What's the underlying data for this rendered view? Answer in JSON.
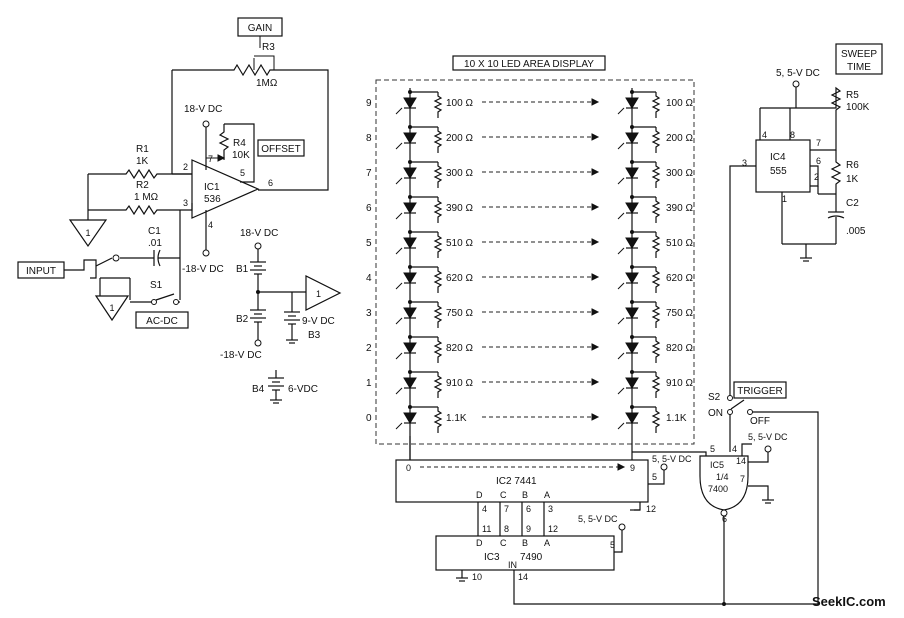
{
  "labels": {
    "gain": "GAIN",
    "r3": "R3",
    "r3_val": "1MΩ",
    "display_title": "10 X 10 LED AREA DISPLAY",
    "sweep_time_1": "SWEEP",
    "sweep_time_2": "TIME",
    "vdc_18": "18-V DC",
    "r4": "R4",
    "r4_val": "10K",
    "offset": "OFFSET",
    "r1": "R1",
    "r1_val": "1K",
    "r2": "R2",
    "r2_val": "1 MΩ",
    "ic1": "IC1",
    "ic1_val": "536",
    "pin2": "2",
    "pin3": "3",
    "pin7": "7",
    "pin5": "5",
    "pin6": "6",
    "pin4": "4",
    "neg18": "-18-V DC",
    "c1": "C1",
    "c1_val": ".01",
    "input": "INPUT",
    "s1": "S1",
    "acdc": "AC-DC",
    "one": "1",
    "vdc18b": "18-V DC",
    "b1": "B1",
    "b2": "B2",
    "neg18b": "-18-V DC",
    "nine_v": "9-V DC",
    "b3": "B3",
    "b4": "B4",
    "six_v": "6-VDC",
    "vdc55": "5, 5-V DC",
    "r5": "R5",
    "r5_val": "100K",
    "ic4": "IC4",
    "ic4_val": "555",
    "r6": "R6",
    "r6_val": "1K",
    "c2": "C2",
    "c2_val": ".005",
    "p4": "4",
    "p8": "8",
    "p7": "7",
    "p3": "3",
    "p2": "2",
    "p6": "6",
    "p1": "1",
    "s2": "S2",
    "trigger": "TRIGGER",
    "on": "ON",
    "off": "OFF",
    "ic5": "IC5",
    "ic5_frac": "1/4",
    "ic5_val": "7400",
    "ic2": "IC2  7441",
    "ic3": "IC3",
    "ic3_val": "7490",
    "in": "IN",
    "d": "D",
    "c": "C",
    "b": "B",
    "a": "A",
    "n4": "4",
    "n7": "7",
    "n6": "6",
    "n3": "3",
    "n11": "11",
    "n8": "8",
    "n9": "9",
    "n12": "12",
    "n10": "10",
    "n14": "14",
    "n5": "5",
    "zero": "0",
    "nine": "9",
    "g5": "5",
    "g4": "4",
    "g14": "14",
    "g7": "7",
    "g6": "6",
    "watermark": "SeekIC.com"
  },
  "led_rows": {
    "indices": [
      "9",
      "8",
      "7",
      "6",
      "5",
      "4",
      "3",
      "2",
      "1",
      "0"
    ],
    "resistors": [
      "100 Ω",
      "200 Ω",
      "300 Ω",
      "390 Ω",
      "510 Ω",
      "620 Ω",
      "750 Ω",
      "820 Ω",
      "910 Ω",
      "1.1K"
    ]
  }
}
